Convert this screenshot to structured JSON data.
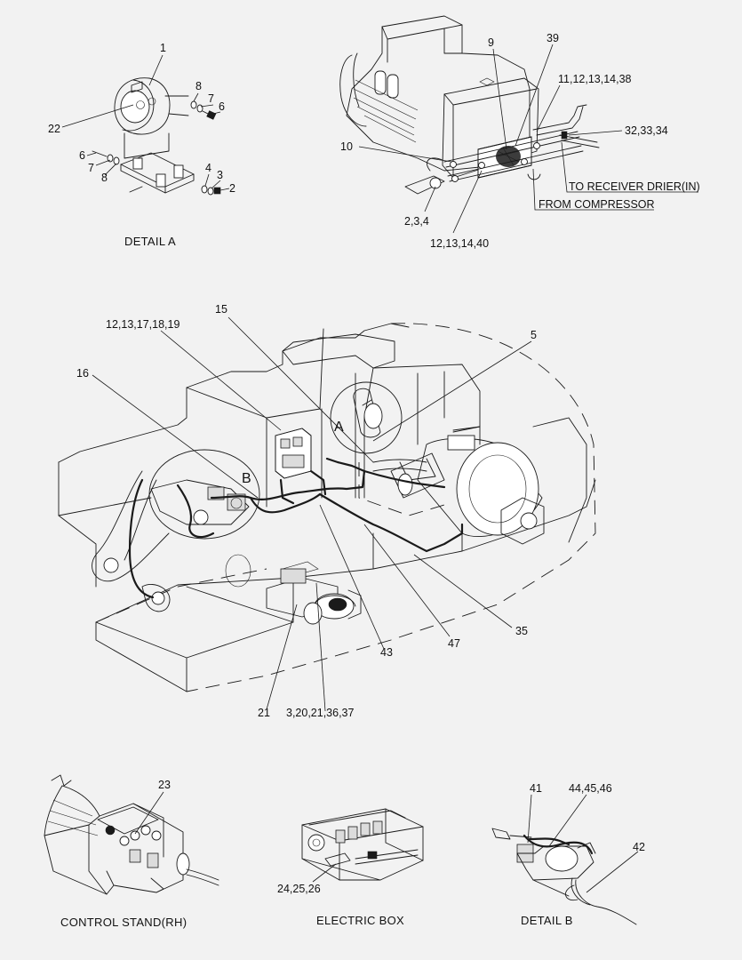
{
  "captions": {
    "detail_a": "DETAIL  A",
    "control_stand": "CONTROL STAND(RH)",
    "electric_box": "ELECTRIC BOX",
    "detail_b": "DETAIL  B"
  },
  "notes": {
    "receiver_drier": "TO RECEIVER DRIER(IN)",
    "compressor": "FROM COMPRESSOR"
  },
  "markers": {
    "a": "A",
    "b": "B"
  },
  "callouts": {
    "detail_a": [
      "1",
      "8",
      "7",
      "6",
      "22",
      "6",
      "7",
      "8",
      "4",
      "3",
      "2"
    ],
    "compressor": [
      "9",
      "39",
      "11,12,13,14,38",
      "32,33,34",
      "10",
      "2,3,4",
      "12,13,14,40"
    ],
    "main": [
      "15",
      "12,13,17,18,19",
      "5",
      "16",
      "35",
      "47",
      "43",
      "21",
      "3,20,21,36,37"
    ],
    "control_stand": [
      "23"
    ],
    "electric_box": [
      "24,25,26"
    ],
    "detail_b": [
      "41",
      "44,45,46",
      "42"
    ]
  }
}
